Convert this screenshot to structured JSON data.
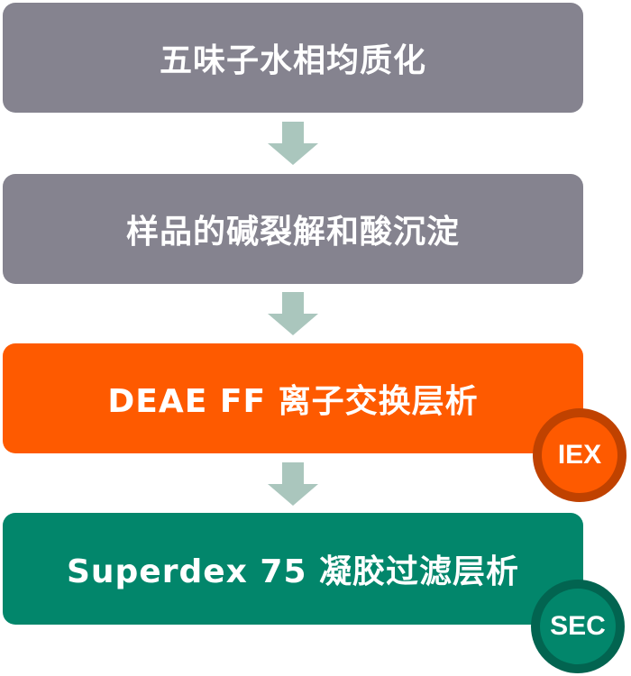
{
  "steps": [
    {
      "label": "五味子水相均质化",
      "color": "#85838f"
    },
    {
      "label": "样品的碱裂解和酸沉淀",
      "color": "#85838f"
    },
    {
      "label": "DEAE FF 离子交换层析",
      "color": "#fe5a00",
      "badge": "IEX",
      "badge_border": "#c04200"
    },
    {
      "label": "Superdex 75 凝胶过滤层析",
      "color": "#02866b",
      "badge": "SEC",
      "badge_border": "#026450"
    }
  ],
  "arrow_color": "#aac6bd",
  "arrow_icon": "down-arrow-icon"
}
